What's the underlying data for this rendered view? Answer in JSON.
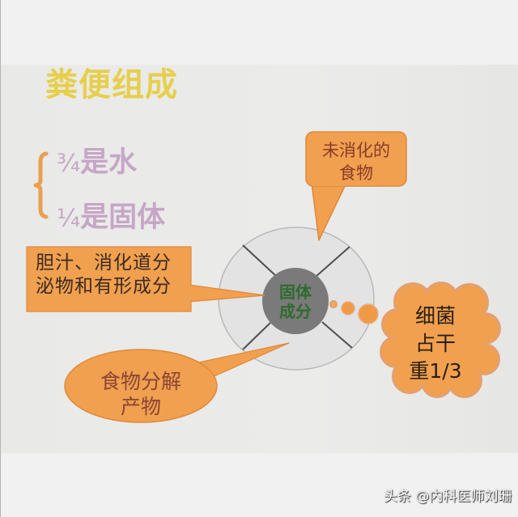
{
  "slide": {
    "title": "粪便组成",
    "composition": [
      {
        "fraction": "¾",
        "text": "是水"
      },
      {
        "fraction": "¼",
        "text": "是固体"
      }
    ],
    "center_label": [
      "固体",
      "成分"
    ],
    "callouts": {
      "undigested_food": [
        "未消化的",
        "食物"
      ],
      "bile_secretions": [
        "胆汁、消化道分",
        "泌物和有形成分"
      ],
      "food_breakdown": [
        "食物分解",
        "产物"
      ],
      "bacteria": [
        "细菌",
        "占干",
        "重1/3"
      ]
    }
  },
  "watermark": "头条 @内科医师刘珊",
  "colors": {
    "title": "#e6cf4c",
    "composition_text": "#c6a6c6",
    "callout_fill": "#f0a04e",
    "callout_stroke": "#e0883a",
    "center_fill": "#7a7a7a",
    "center_text": "#2e6b2e",
    "ring_fill": "#e3e3e3"
  }
}
